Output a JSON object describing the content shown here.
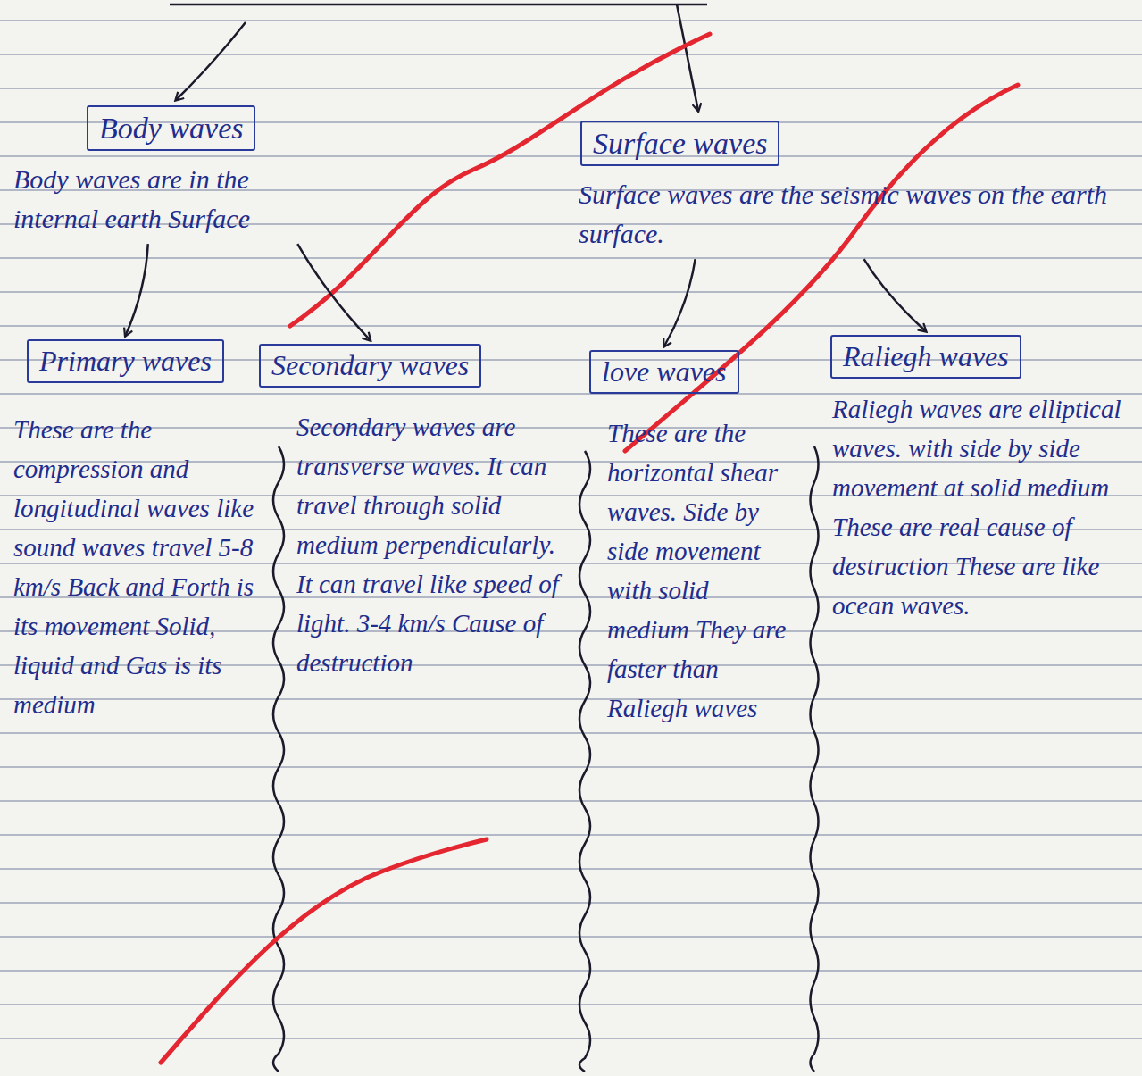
{
  "diagram": {
    "nodes": [
      {
        "text": [
          "Body waves",
          "Body waves are in the internal earth Surface"
        ]
      },
      {
        "text": [
          "Surface waves",
          "Surface waves are the seismic waves on the earth surface."
        ]
      },
      {
        "text": [
          "Primary waves",
          "These are the compression and longitudinal waves like sound waves travel 5-8 km/s Back and Forth is its movement Solid, liquid and Gas is its medium"
        ]
      },
      {
        "text": [
          "Secondary waves",
          "Secondary waves are transverse waves. It can travel through solid medium perpendicularly. It can travel like speed of light. 3-4 km/s Cause of destruction"
        ]
      },
      {
        "text": [
          "love waves",
          "These are the horizontal shear waves. Side by side movement with solid medium They are faster than Raliegh waves"
        ]
      },
      {
        "text": [
          "Raliegh waves",
          "Raliegh waves are elliptical waves. with side by side movement at solid medium These are real cause of destruction These are like ocean waves."
        ]
      }
    ],
    "edges": [
      {
        "from": 0,
        "to": 2,
        "arrow": "to"
      },
      {
        "from": 0,
        "to": 3,
        "arrow": "to"
      },
      {
        "from": 1,
        "to": 4,
        "arrow": "to"
      },
      {
        "from": 1,
        "to": 5,
        "arrow": "to"
      }
    ]
  }
}
